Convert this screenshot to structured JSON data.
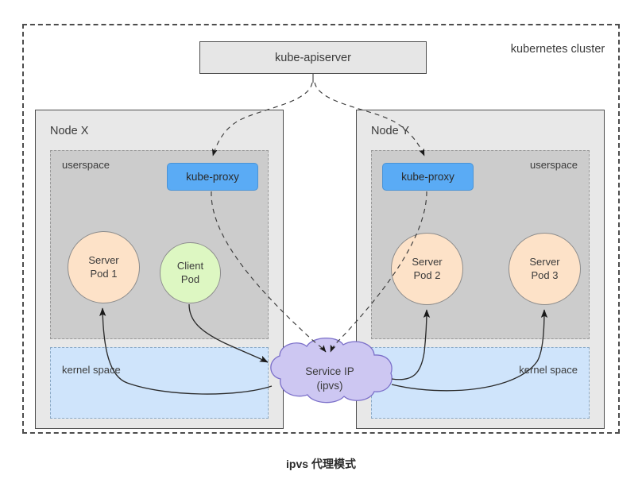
{
  "cluster": {
    "label": "kubernetes cluster"
  },
  "apiserver": {
    "label": "kube-apiserver"
  },
  "nodes": [
    {
      "title": "Node X",
      "userspace_label": "userspace",
      "kernel_label": "kernel space",
      "kube_proxy_label": "kube-proxy",
      "pods": [
        {
          "line1": "Server",
          "line2": "Pod 1",
          "type": "server"
        },
        {
          "line1": "Client",
          "line2": "Pod",
          "type": "client"
        }
      ]
    },
    {
      "title": "Node Y",
      "userspace_label": "userspace",
      "kernel_label": "kernel space",
      "kube_proxy_label": "kube-proxy",
      "pods": [
        {
          "line1": "Server",
          "line2": "Pod 2",
          "type": "server"
        },
        {
          "line1": "Server",
          "line2": "Pod 3",
          "type": "server"
        }
      ]
    }
  ],
  "service": {
    "line1": "Service IP",
    "line2": "(ipvs)"
  },
  "caption": "ipvs 代理模式",
  "colors": {
    "cluster_border": "#4d4d4d",
    "node_bg": "#e8e8e8",
    "userspace_bg": "#cccccc",
    "kernel_bg": "#cfe4fb",
    "kube_proxy_bg": "#5aabf5",
    "server_pod_bg": "#fde2c8",
    "client_pod_bg": "#ddf7c2",
    "service_cloud_bg": "#cdc7f2",
    "apiserver_bg": "#e6e6e6",
    "text": "#3b3b3b"
  }
}
